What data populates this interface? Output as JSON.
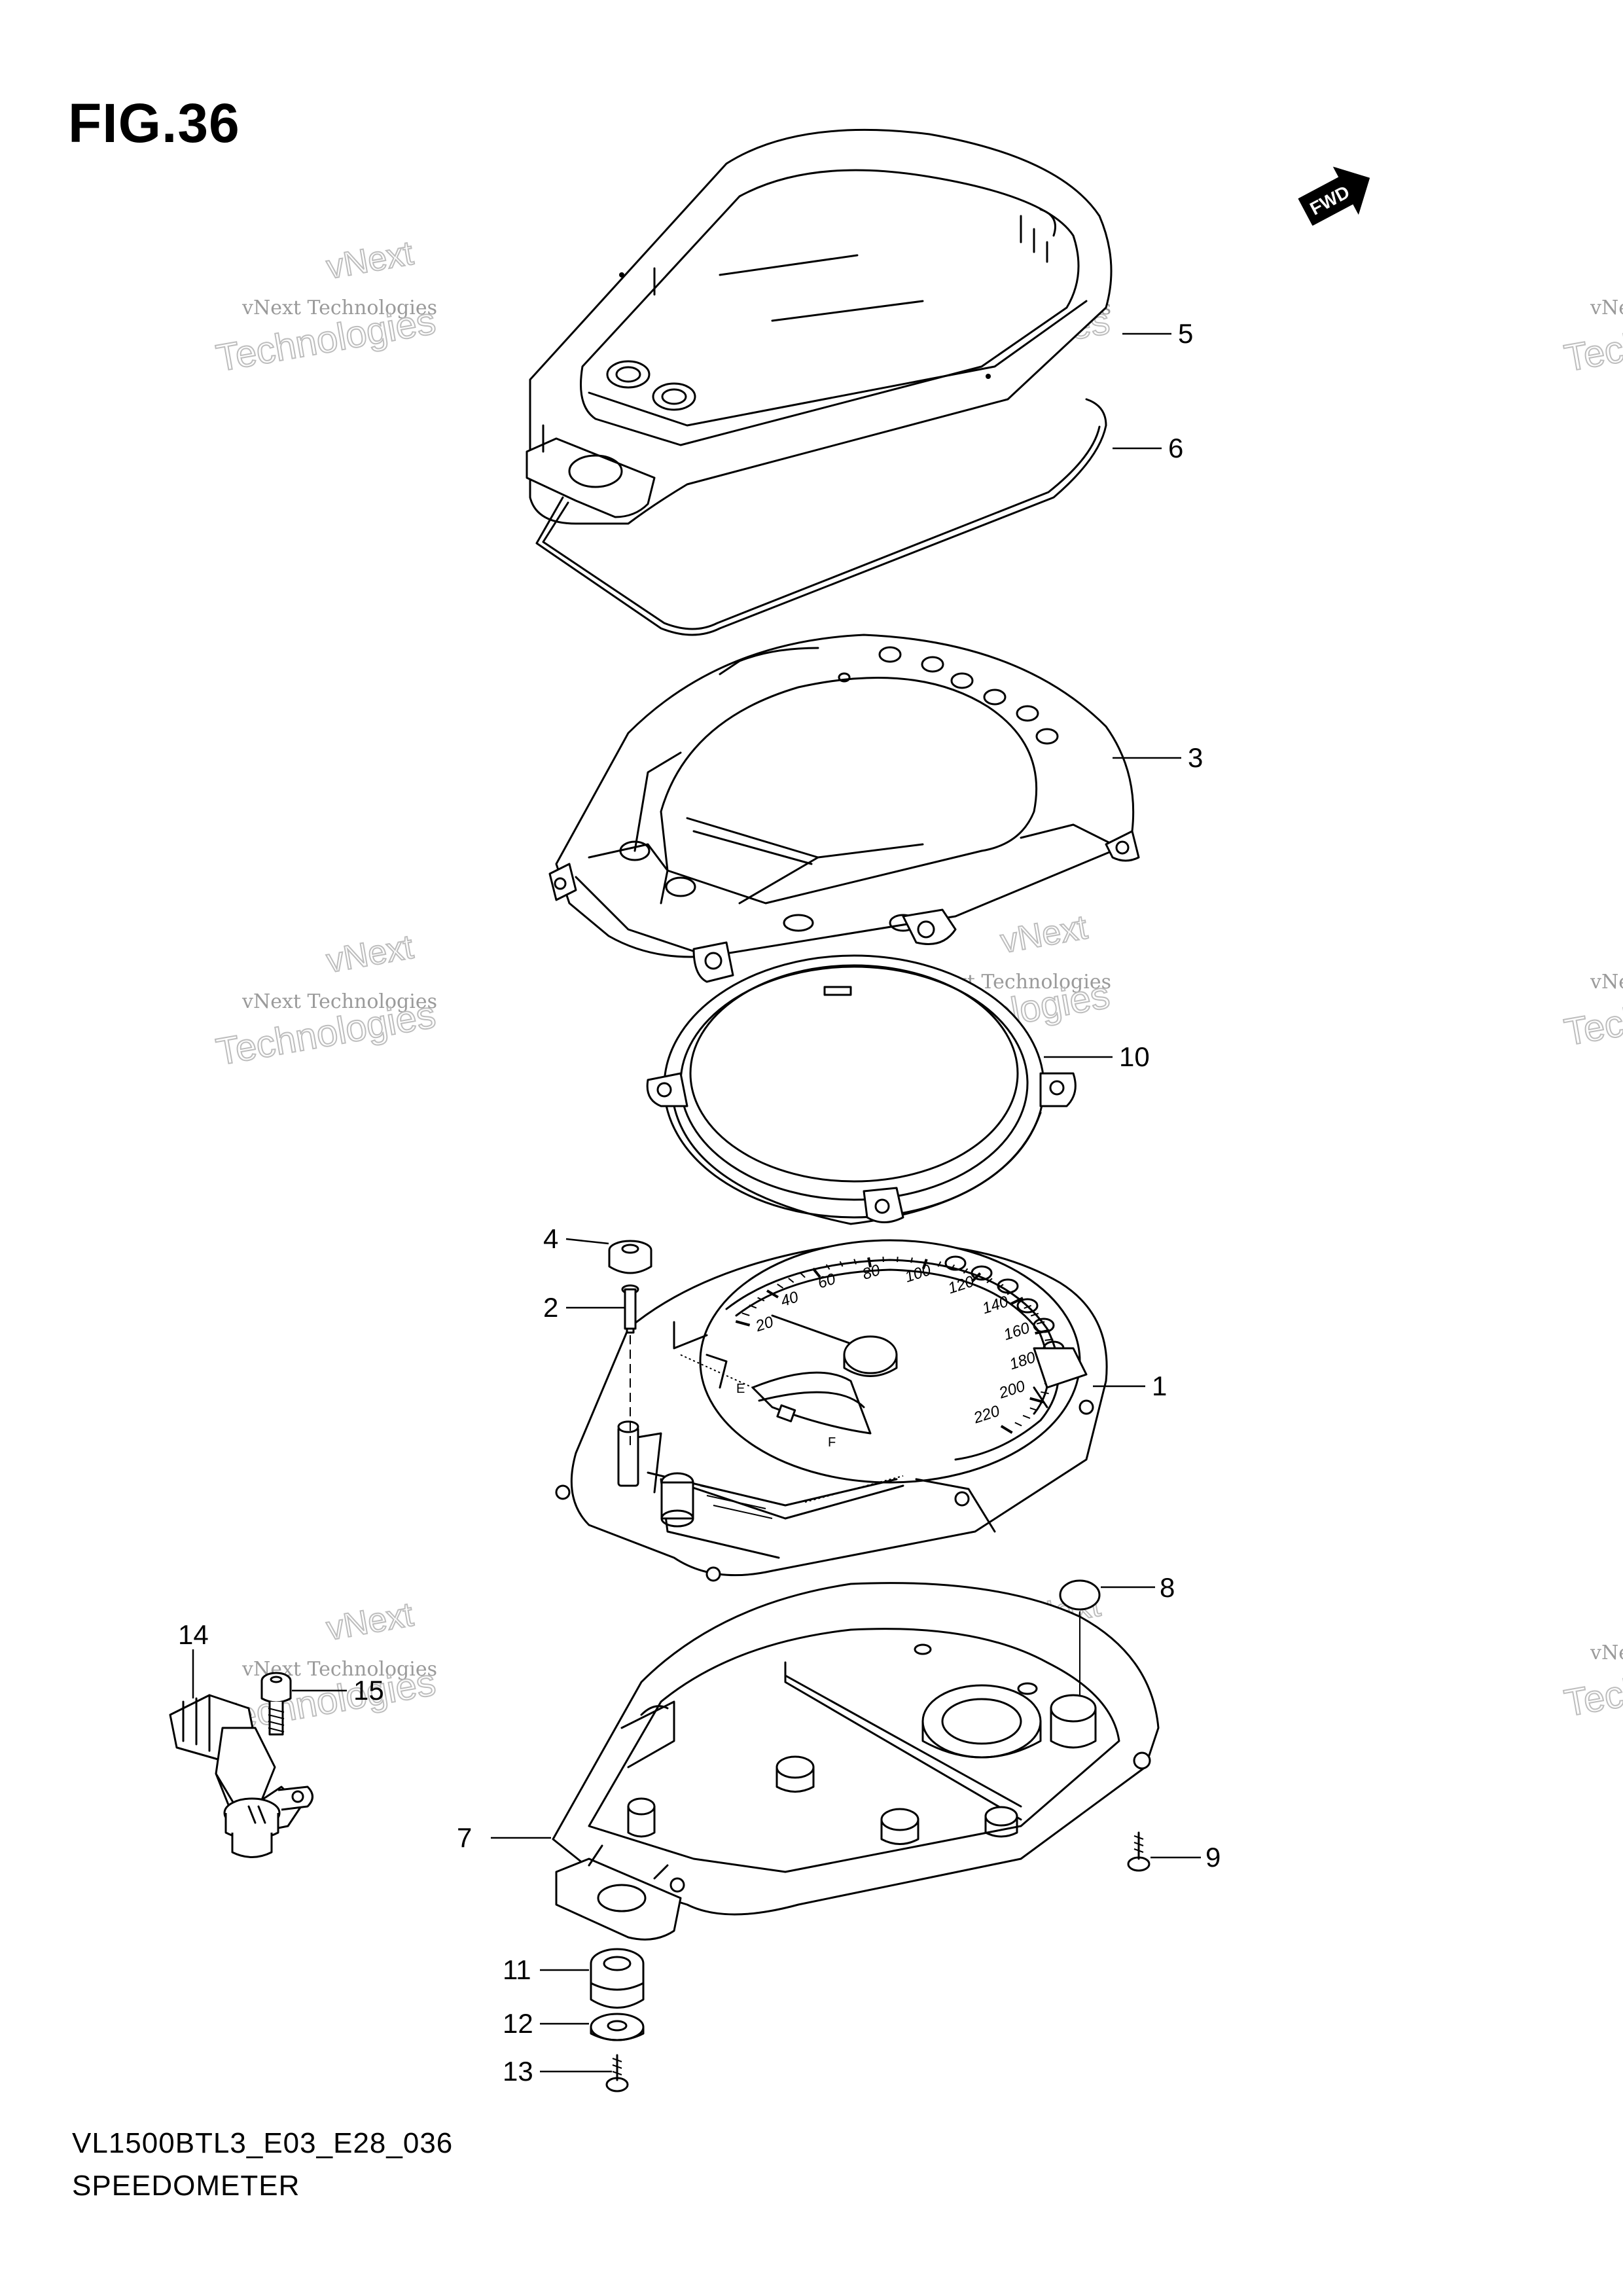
{
  "figure": {
    "title": "FIG.36",
    "fwd_label": "FWD",
    "diagram_code": "VL1500BTL3_E03_E28_036",
    "caption": "SPEEDOMETER"
  },
  "watermark": {
    "company": "vNext Technologies",
    "line1": "vNext",
    "line2": "Technologies"
  },
  "callouts": [
    {
      "id": "1",
      "part": "speedometer-assembly"
    },
    {
      "id": "2",
      "part": "pin"
    },
    {
      "id": "3",
      "part": "meter-case-upper"
    },
    {
      "id": "4",
      "part": "cushion"
    },
    {
      "id": "5",
      "part": "meter-cover"
    },
    {
      "id": "6",
      "part": "seal"
    },
    {
      "id": "7",
      "part": "meter-case-lower"
    },
    {
      "id": "8",
      "part": "plug"
    },
    {
      "id": "9",
      "part": "screw"
    },
    {
      "id": "10",
      "part": "ring"
    },
    {
      "id": "11",
      "part": "grommet"
    },
    {
      "id": "12",
      "part": "washer"
    },
    {
      "id": "13",
      "part": "screw"
    },
    {
      "id": "14",
      "part": "speed-sensor"
    },
    {
      "id": "15",
      "part": "bolt"
    }
  ],
  "dial_scale": [
    "20",
    "40",
    "60",
    "80",
    "100",
    "120",
    "140",
    "160",
    "180",
    "200",
    "220"
  ],
  "fuel_gauge": {
    "empty": "E",
    "full": "F"
  }
}
